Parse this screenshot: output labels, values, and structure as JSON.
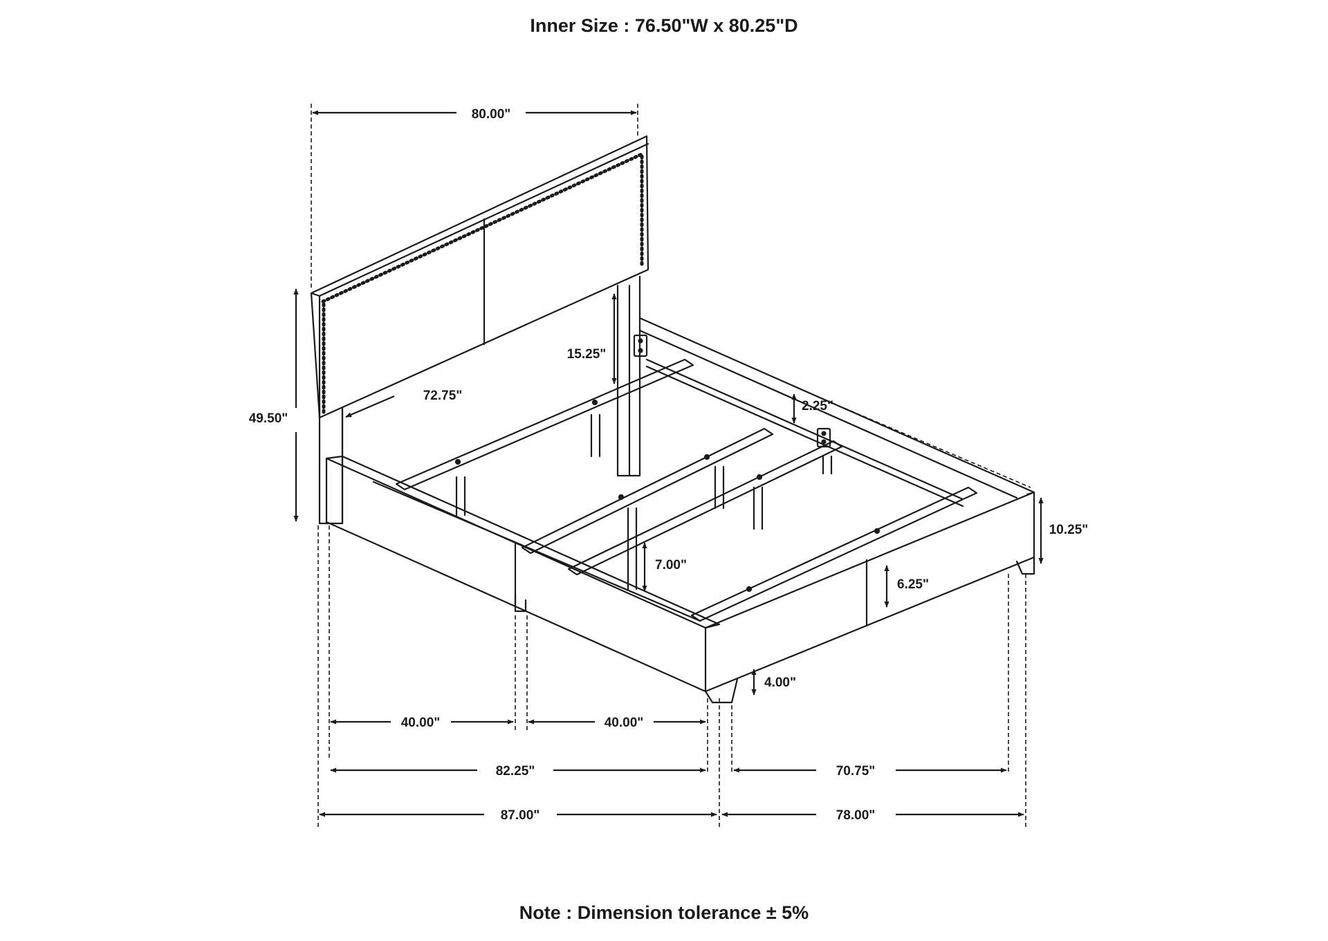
{
  "title": "Inner Size : 76.50\"W x 80.25\"D",
  "note": "Note : Dimension tolerance ± 5%",
  "colors": {
    "line": "#1a1a1a",
    "background": "#ffffff"
  },
  "dimensions": {
    "headboard_width": "80.00\"",
    "total_height": "49.50\"",
    "headboard_panel_height": "15.25\"",
    "headboard_inner_width": "72.75\"",
    "slat_gap": "2.25\"",
    "frame_height": "10.25\"",
    "side_rail_height": "7.00\"",
    "footboard_rail_height": "6.25\"",
    "leg_height": "4.00\"",
    "half_length_a": "40.00\"",
    "half_length_b": "40.00\"",
    "inner_length": "82.25\"",
    "inner_width": "70.75\"",
    "total_length": "87.00\"",
    "total_width": "78.00\""
  }
}
